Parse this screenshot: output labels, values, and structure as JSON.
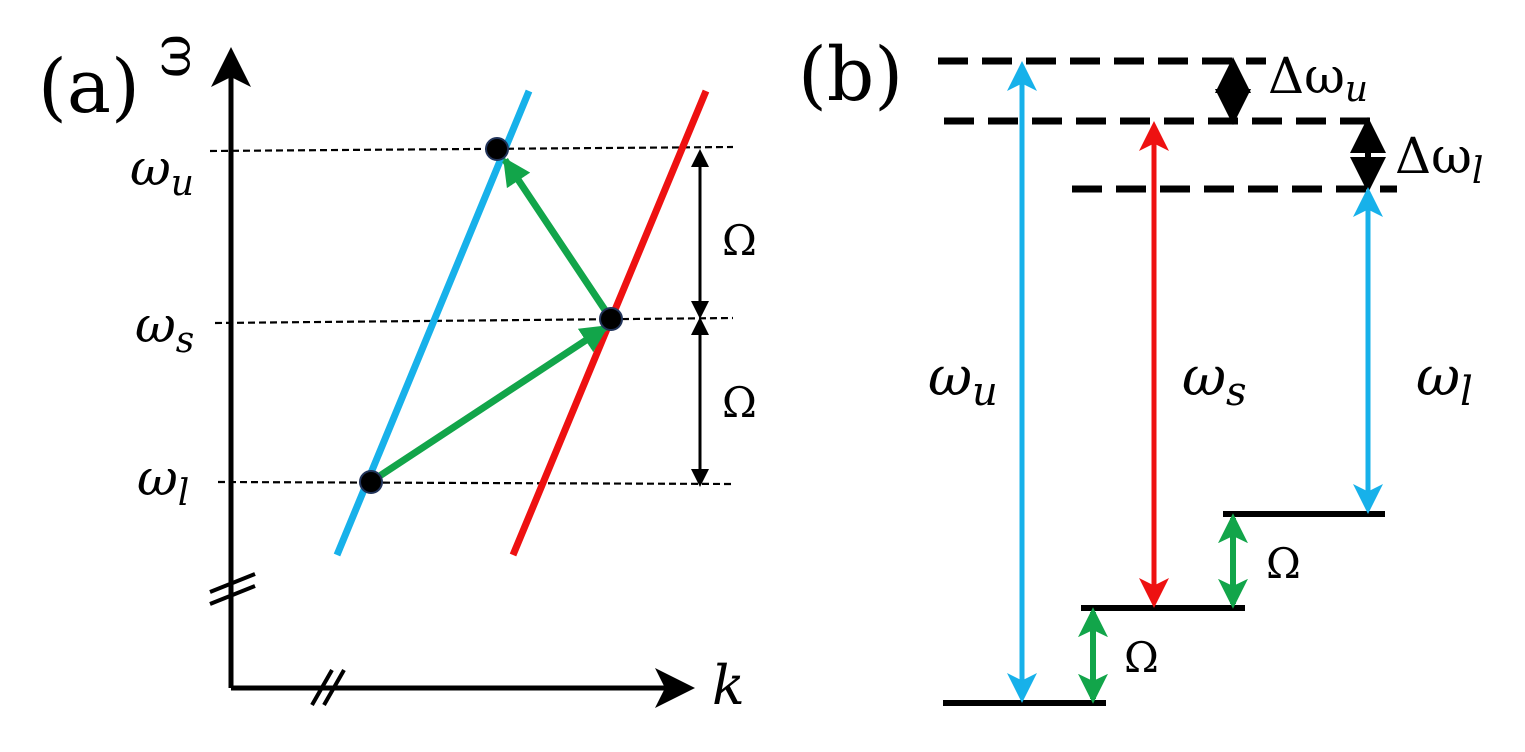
{
  "panel_a": {
    "label": "(a)",
    "axis_y_label": "ω",
    "axis_x_label": "k",
    "levels": [
      {
        "base": "ω",
        "sub": "u"
      },
      {
        "base": "ω",
        "sub": "s"
      },
      {
        "base": "ω",
        "sub": "l"
      }
    ],
    "spacing_labels": [
      "Ω",
      "Ω"
    ]
  },
  "panel_b": {
    "label": "(b)",
    "delta_labels": [
      {
        "base": "Δω",
        "sub": "u"
      },
      {
        "base": "Δω",
        "sub": "l"
      }
    ],
    "transition_labels": [
      {
        "base": "ω",
        "sub": "u"
      },
      {
        "base": "ω",
        "sub": "s"
      },
      {
        "base": "ω",
        "sub": "l"
      }
    ],
    "phonon_labels": [
      "Ω",
      "Ω"
    ]
  },
  "colors": {
    "blue": "#17b1ea",
    "red": "#ee1111",
    "green": "#12a54a",
    "black": "#000000"
  }
}
